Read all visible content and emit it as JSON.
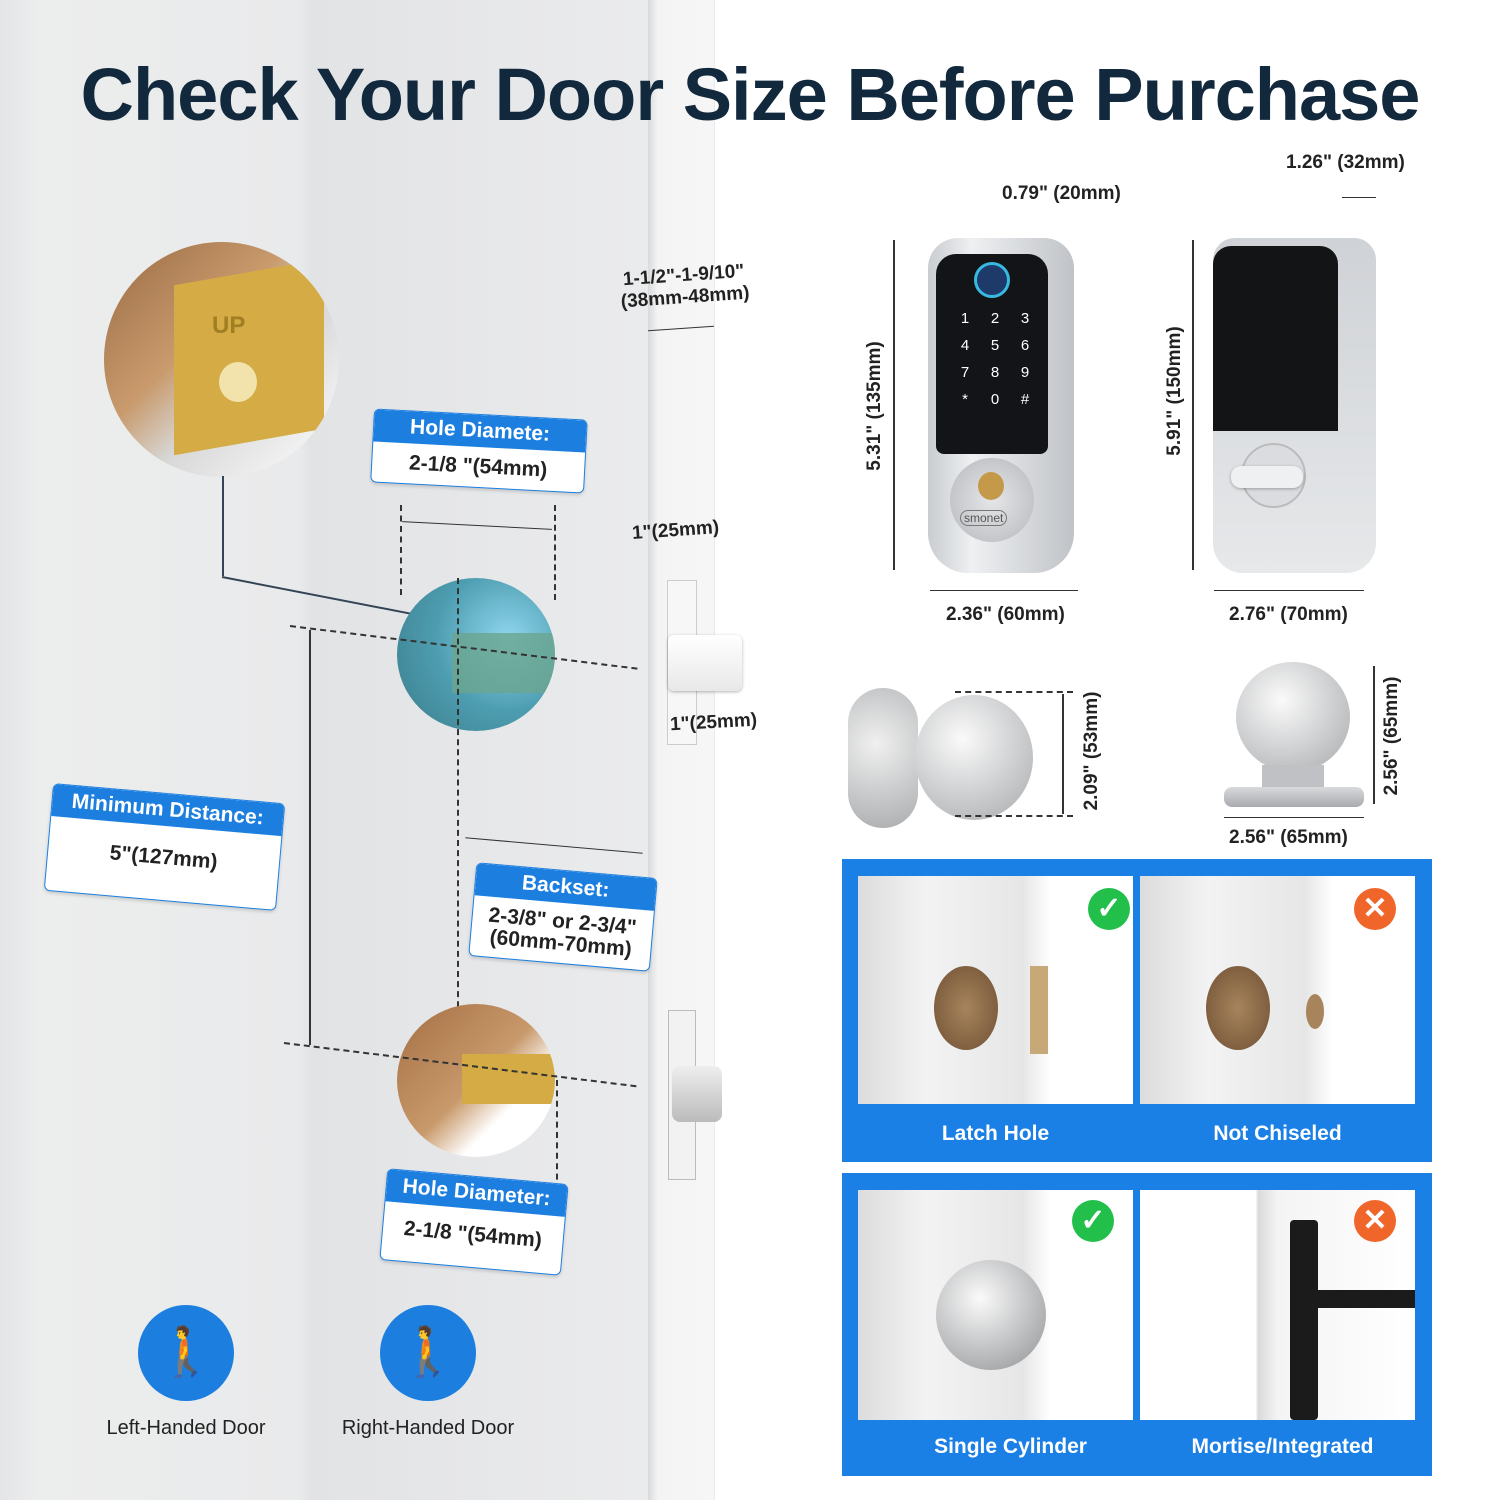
{
  "title": "Check Your Door Size Before Purchase",
  "door_diagram": {
    "door_thickness": [
      "1-1/2\"-1-9/10\"",
      "(38mm-48mm)"
    ],
    "hole_top": {
      "heading": "Hole Diamete:",
      "value": "2-1/8 \"(54mm)"
    },
    "latch_width_top": "1\"(25mm)",
    "latch_width_bottom": "1\"(25mm)",
    "min_distance": {
      "heading": "Minimum Distance:",
      "value": "5\"(127mm)"
    },
    "backset": {
      "heading": "Backset:",
      "value_line1": "2-3/8\" or 2-3/4\"",
      "value_line2": "(60mm-70mm)"
    },
    "hole_bottom": {
      "heading": "Hole Diameter:",
      "value": "2-1/8 \"(54mm)"
    },
    "strike_label": "UP"
  },
  "handedness": [
    {
      "label": "Left-Handed Door",
      "icon": "left-door-icon"
    },
    {
      "label": "Right-Handed Door",
      "icon": "right-door-icon"
    }
  ],
  "lock_dimensions": {
    "front": {
      "depth": "0.79\" (20mm)",
      "height": "5.31\" (135mm)",
      "width": "2.36\" (60mm)",
      "brand": "smonet",
      "keys": [
        "1",
        "2",
        "3",
        "4",
        "5",
        "6",
        "7",
        "8",
        "9",
        "*",
        "0",
        "#"
      ]
    },
    "back": {
      "depth": "1.26\" (32mm)",
      "height": "5.91\" (150mm)",
      "width": "2.76\" (70mm)"
    },
    "knob_side": {
      "height": "2.09\" (53mm)"
    },
    "knob_front": {
      "height": "2.56\" (65mm)",
      "width": "2.56\" (65mm)"
    }
  },
  "compat": [
    {
      "label": "Latch Hole",
      "ok": true
    },
    {
      "label": "Not Chiseled",
      "ok": false
    },
    {
      "label": "Single Cylinder",
      "ok": true
    },
    {
      "label": "Mortise/Integrated",
      "ok": false
    }
  ],
  "colors": {
    "accent": "#1c7fe0",
    "panel": "#1a80e6",
    "ok": "#22c04b",
    "no": "#f0662a",
    "title": "#12283d"
  }
}
